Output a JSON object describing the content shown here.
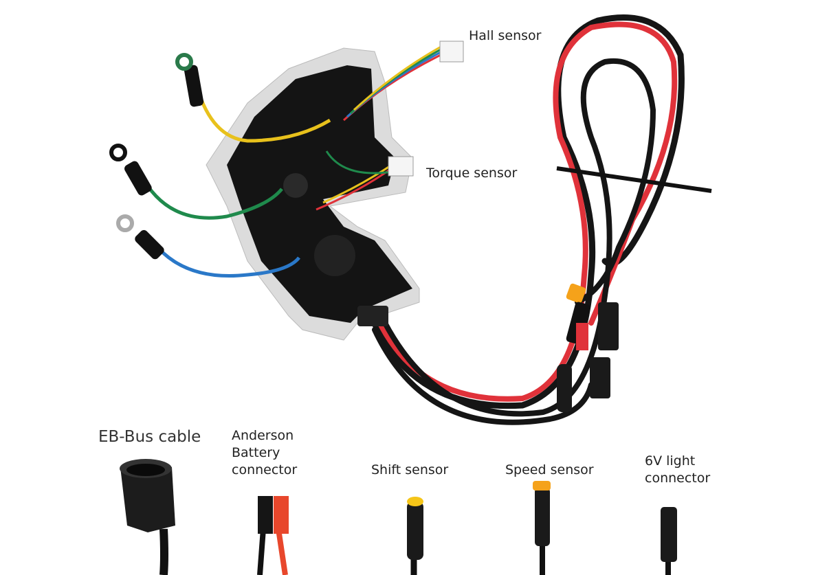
{
  "labels": {
    "hall_sensor": "Hall sensor",
    "torque_sensor": "Torque sensor",
    "eb_bus_cable": "EB-Bus cable",
    "anderson_line1": "Anderson",
    "anderson_line2": "Battery",
    "anderson_line3": "connector",
    "shift_sensor": "Shift sensor",
    "speed_sensor": "Speed sensor",
    "light_line1": "6V light",
    "light_line2": "connector"
  },
  "colors": {
    "red_wire": "#e0323a",
    "black_wire": "#151515",
    "yellow_wire": "#e8c11c",
    "green_wire": "#1f8a4c",
    "blue_wire": "#2a78c8",
    "orange_connector": "#f5a21a",
    "anderson_red": "#e8472c"
  }
}
